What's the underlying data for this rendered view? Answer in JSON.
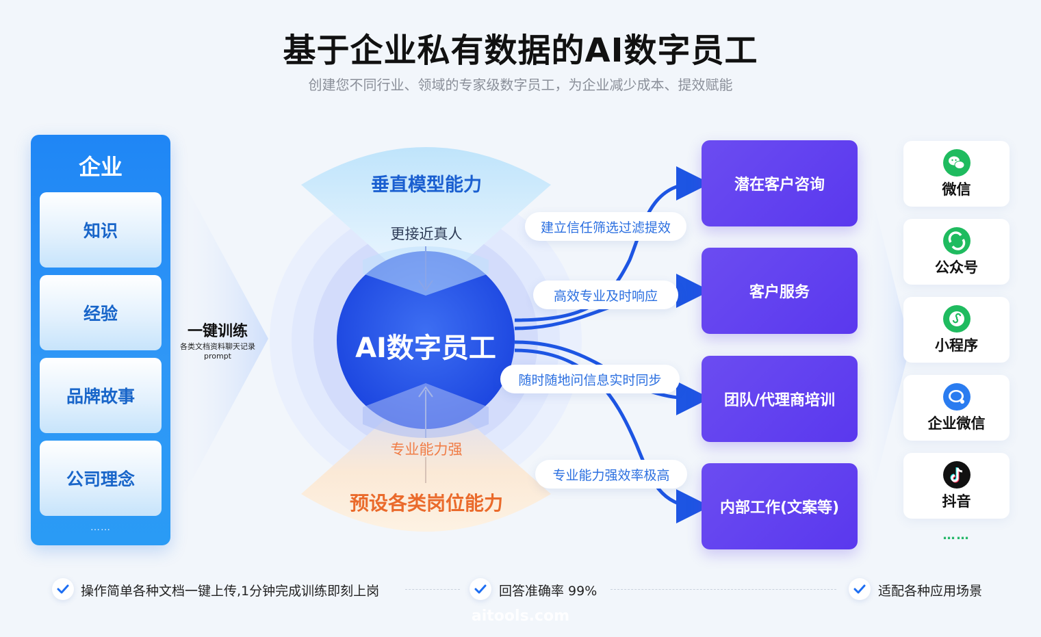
{
  "header": {
    "title": "基于企业私有数据的AI数字员工",
    "subtitle": "创建您不同行业、领域的专家级数字员工，为企业减少成本、提效赋能"
  },
  "enterprise": {
    "title": "企业",
    "items": [
      "知识",
      "经验",
      "品牌故事",
      "公司理念"
    ],
    "more": "……"
  },
  "training": {
    "title": "一键训练",
    "sub1": "各类文档资料聊天记录",
    "sub2": "prompt"
  },
  "center": {
    "label": "AI数字员工",
    "top_title": "垂直模型能力",
    "top_sub": "更接近真人",
    "bottom_sub": "专业能力强",
    "bottom_title": "预设各类岗位能力"
  },
  "connectors": [
    "建立信任筛选过滤提效",
    "高效专业及时响应",
    "随时随地问信息实时同步",
    "专业能力强效率极高"
  ],
  "services": [
    "潜在客户咨询",
    "客户服务",
    "团队/代理商培训",
    "内部工作(文案等)"
  ],
  "channels": [
    {
      "label": "微信",
      "icon": "wechat-icon",
      "color": "#1fbb5f"
    },
    {
      "label": "公众号",
      "icon": "official-account-icon",
      "color": "#1fbb5f"
    },
    {
      "label": "小程序",
      "icon": "mini-program-icon",
      "color": "#1fbb5f"
    },
    {
      "label": "企业微信",
      "icon": "wecom-icon",
      "color": "#2a7cf0"
    },
    {
      "label": "抖音",
      "icon": "douyin-icon",
      "color": "#111111"
    }
  ],
  "channels_more": "……",
  "features": [
    "操作简单各种文档一键上传,1分钟完成训练即刻上岗",
    "回答准确率 99%",
    "适配各种应用场景"
  ],
  "watermark": "aitools.com"
}
